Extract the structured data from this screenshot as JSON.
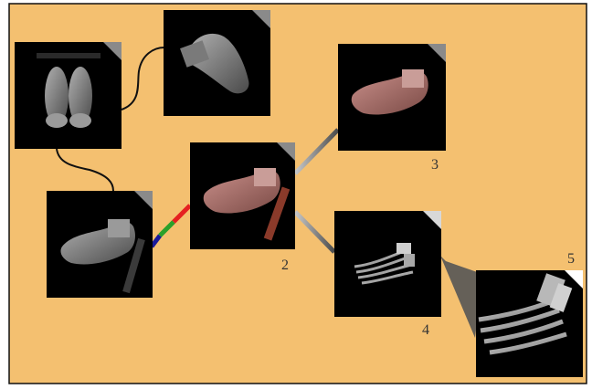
{
  "diagram": {
    "background_color": "#F4C070",
    "border_color": "#111111",
    "connector_color": "#111111",
    "nodes": [
      {
        "id": "n-top-left",
        "label": "",
        "render": "grayscale",
        "subject": "feet-pair-bottom-view"
      },
      {
        "id": "n-top-middle",
        "label": "",
        "render": "grayscale",
        "subject": "foot-side-view"
      },
      {
        "id": "n-left",
        "label": "",
        "render": "grayscale",
        "subject": "foot-side-view"
      },
      {
        "id": "n-center",
        "label": "2",
        "render": "color-skin",
        "subject": "foot-side-view"
      },
      {
        "id": "n-top-right",
        "label": "3",
        "render": "color-skin",
        "subject": "foot-side-view"
      },
      {
        "id": "n-lower-right",
        "label": "4",
        "render": "bone-transparent",
        "subject": "foot-skeleton"
      },
      {
        "id": "n-bottom-right",
        "label": "5",
        "render": "bone-zoomed",
        "subject": "foot-skeleton-closeup"
      }
    ],
    "edges": [
      {
        "from": "n-top-left",
        "to": "n-top-middle",
        "style": "curve"
      },
      {
        "from": "n-top-left",
        "to": "n-left",
        "style": "curve"
      },
      {
        "from": "n-left",
        "to": "n-center",
        "style": "rainbow-bar",
        "colors": [
          "#1a1a9a",
          "#2aa02a",
          "#e52020"
        ]
      },
      {
        "from": "n-center",
        "to": "n-top-right",
        "style": "gray-bar"
      },
      {
        "from": "n-center",
        "to": "n-lower-right",
        "style": "gray-bar"
      },
      {
        "from": "n-lower-right",
        "to": "n-bottom-right",
        "style": "zoom-wedge"
      }
    ]
  }
}
